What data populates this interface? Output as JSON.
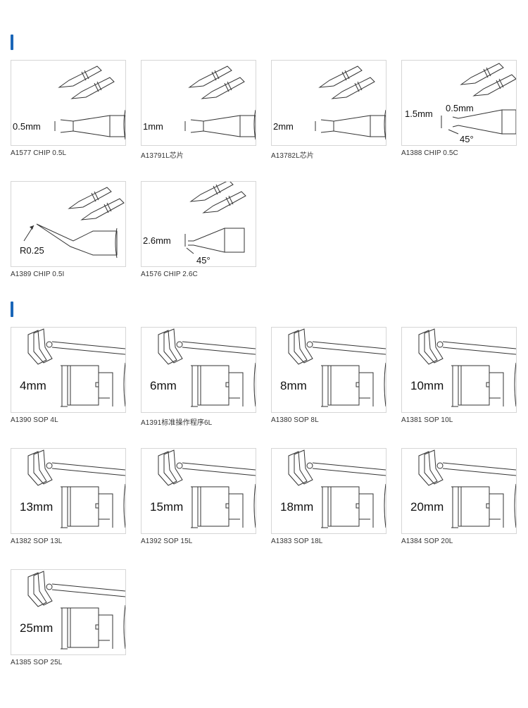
{
  "sections": [
    {
      "name": "chip-section",
      "items": [
        {
          "caption": "A1577 CHIP 0.5L",
          "dim": "0.5mm",
          "kind": "chip-flat",
          "icon": "chip-tip-icon"
        },
        {
          "caption": "A13791L芯片",
          "dim": "1mm",
          "kind": "chip-flat",
          "icon": "chip-tip-icon"
        },
        {
          "caption": "A13782L芯片",
          "dim": "2mm",
          "kind": "chip-flat",
          "icon": "chip-tip-icon"
        },
        {
          "caption": "A1388 CHIP 0.5C",
          "dim": "1.5mm",
          "dim2": "0.5mm",
          "angle": "45°",
          "kind": "chip-bevel",
          "icon": "chip-bevel-tip-icon"
        },
        {
          "caption": "A1389 CHIP 0.5I",
          "dim": "R0.25",
          "kind": "chip-bent",
          "icon": "chip-bent-tip-icon"
        },
        {
          "caption": "A1576 CHIP 2.6C",
          "dim": "2.6mm",
          "angle": "45°",
          "kind": "chip-cone",
          "icon": "chip-cone-tip-icon"
        }
      ]
    },
    {
      "name": "sop-section",
      "items": [
        {
          "caption": "A1390 SOP 4L",
          "dim": "4mm",
          "kind": "sop",
          "icon": "sop-tip-icon"
        },
        {
          "caption": "A1391标准操作程序6L",
          "dim": "6mm",
          "kind": "sop",
          "icon": "sop-tip-icon"
        },
        {
          "caption": "A1380 SOP 8L",
          "dim": "8mm",
          "kind": "sop",
          "icon": "sop-tip-icon"
        },
        {
          "caption": "A1381 SOP 10L",
          "dim": "10mm",
          "kind": "sop",
          "icon": "sop-tip-icon"
        },
        {
          "caption": "A1382 SOP 13L",
          "dim": "13mm",
          "kind": "sop",
          "icon": "sop-tip-icon"
        },
        {
          "caption": "A1392 SOP 15L",
          "dim": "15mm",
          "kind": "sop",
          "icon": "sop-tip-icon"
        },
        {
          "caption": "A1383 SOP 18L",
          "dim": "18mm",
          "kind": "sop",
          "icon": "sop-tip-icon"
        },
        {
          "caption": "A1384 SOP 20L",
          "dim": "20mm",
          "kind": "sop",
          "icon": "sop-tip-icon"
        },
        {
          "caption": "A1385 SOP 25L",
          "dim": "25mm",
          "kind": "sop",
          "icon": "sop-tip-icon"
        }
      ]
    }
  ],
  "colors": {
    "accent": "#1a66b8",
    "border": "#d6d6d6",
    "line": "#333333"
  }
}
